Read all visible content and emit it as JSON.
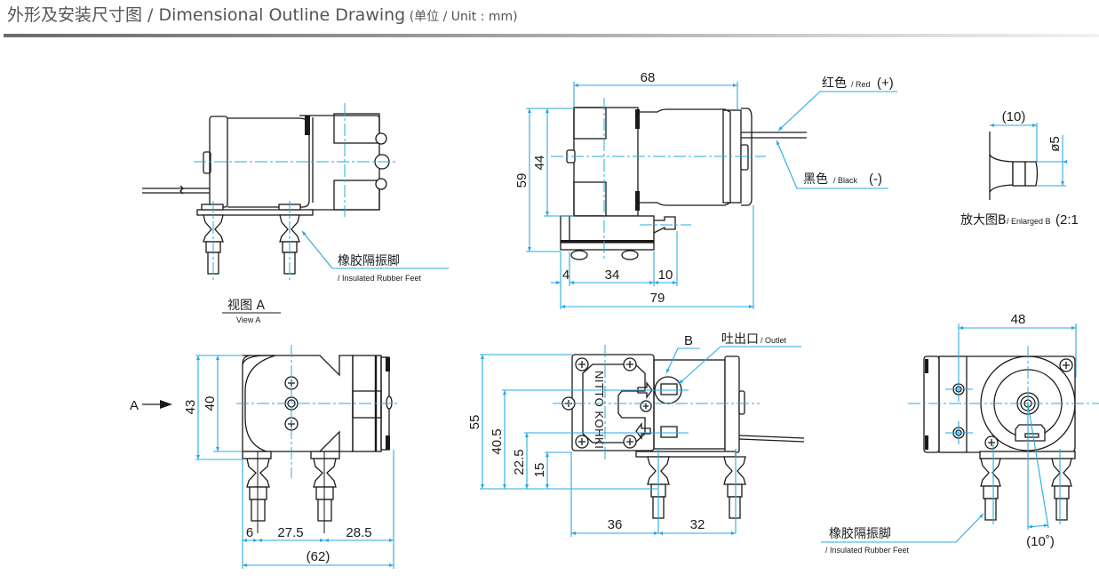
{
  "header": {
    "title_cn": "外形及安装尺寸图",
    "title_sep": " / ",
    "title_en": "Dimensional Outline Drawing",
    "unit_label": " (单位 / Unit : mm)"
  },
  "colors": {
    "dimension": "#29a8e0",
    "outline": "#1a1a1a",
    "title": "#555555"
  },
  "view_a": {
    "label_cn": "视图 A",
    "label_en": "View A",
    "feet_label_cn": "橡胶隔振脚",
    "feet_label_en": "/ Insulated Rubber Feet"
  },
  "side_view": {
    "dim_top": "68",
    "dim_height_total": "59",
    "dim_height_body": "44",
    "dim_left": "4",
    "dim_mid": "34",
    "dim_right": "10",
    "dim_total": "79",
    "wire_red_cn": "红色",
    "wire_red_en": "/ Red",
    "wire_red_sign": "(+)",
    "wire_black_cn": "黑色",
    "wire_black_en": "/ Black",
    "wire_black_sign": "(-)"
  },
  "detail_b": {
    "dim_length": "(10)",
    "dim_diameter": "ø5",
    "label_cn": "放大图B",
    "label_en": "/ Enlarged B",
    "scale": "(2:1"
  },
  "left_view": {
    "arrow_label": "A",
    "dim_43": "43",
    "dim_40": "40",
    "dim_6": "6",
    "dim_27_5": "27.5",
    "dim_28_5": "28.5",
    "dim_62": "(62)"
  },
  "front_view": {
    "brand": "NITTO KOHKI",
    "detail_ref": "B",
    "outlet_cn": "吐出口",
    "outlet_en": "/ Outlet",
    "dim_55": "55",
    "dim_40_5": "40.5",
    "dim_22_5": "22.5",
    "dim_15": "15",
    "dim_36": "36",
    "dim_32": "32"
  },
  "end_view": {
    "dim_48": "48",
    "dim_angle": "(10˚)",
    "feet_label_cn": "橡胶隔振脚",
    "feet_label_en": "/ Insulated Rubber Feet"
  }
}
